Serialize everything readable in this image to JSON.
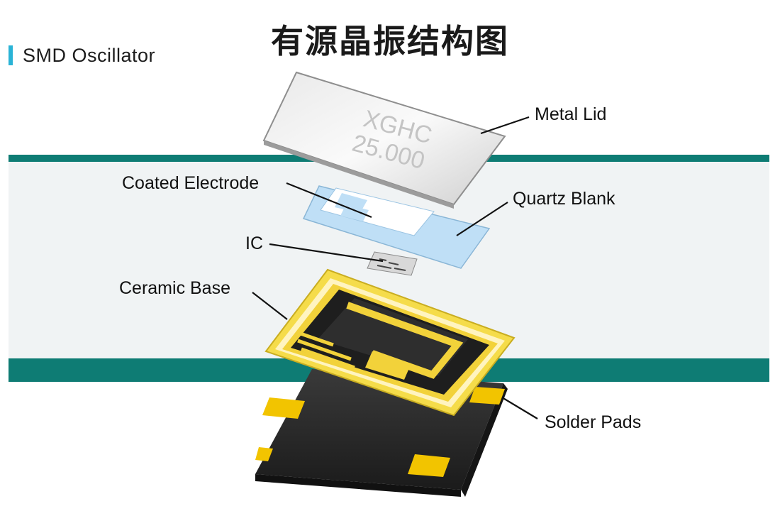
{
  "title": "有源晶振结构图",
  "subtitle": "SMD Oscillator",
  "lid_marking": {
    "line1": "XGHC",
    "line2": "25.000"
  },
  "labels": {
    "metal_lid": "Metal Lid",
    "coated_electrode": "Coated Electrode",
    "quartz_blank": "Quartz Blank",
    "ic": "IC",
    "ceramic_base": "Ceramic Base",
    "solder_pads": "Solder Pads"
  },
  "colors": {
    "accent": "#2ab3d6",
    "band": "#0e7c74",
    "gold": "#f2d23a",
    "quartz": "#b9dcf5",
    "base": "#2a2a2a"
  }
}
